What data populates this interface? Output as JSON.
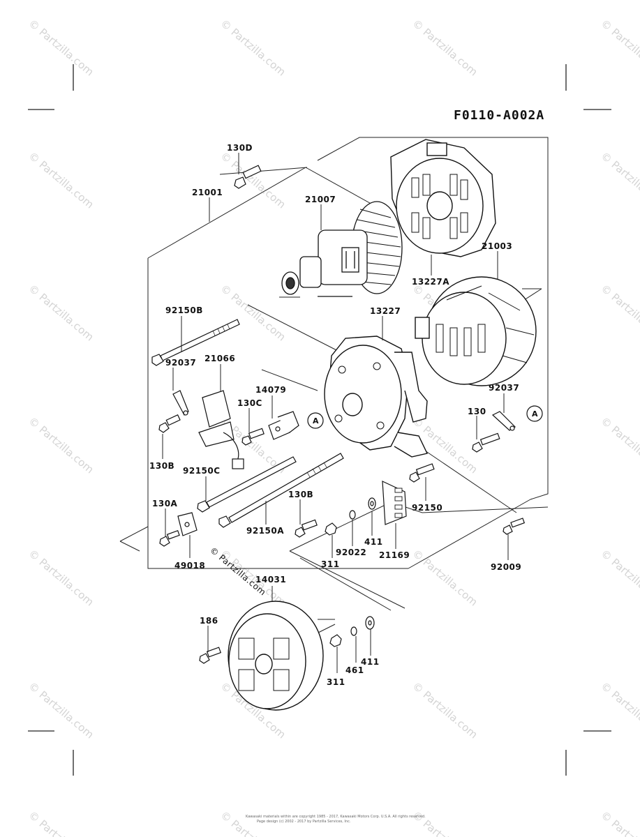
{
  "diagram_code": "F0110-A002A",
  "watermark": "© Partzilla.com",
  "center_watermark": "© Partzilla.com",
  "copyright_line1": "Kawasaki materials within are copyright 1985 - 2017, Kawasaki Motors Corp. U.S.A. All rights reserved.",
  "copyright_line2": "Page design (c) 2002 - 2017 by Partzilla Services, Inc.",
  "callout_ref": "A",
  "parts": {
    "p130D": "130D",
    "p21001": "21001",
    "p21007": "21007",
    "p21003": "21003",
    "p13227A": "13227A",
    "p13227": "13227",
    "p92150B": "92150B",
    "p92037_left": "92037",
    "p21066": "21066",
    "p14079": "14079",
    "p130C": "130C",
    "p92037_right": "92037",
    "p130": "130",
    "p130B_left": "130B",
    "p92150C": "92150C",
    "p130A": "130A",
    "p130B_mid": "130B",
    "p92150A": "92150A",
    "p92150": "92150",
    "p411_mid": "411",
    "p92022": "92022",
    "p311_mid": "311",
    "p21169": "21169",
    "p49018": "49018",
    "p92009": "92009",
    "p14031": "14031",
    "p186": "186",
    "p311_bot": "311",
    "p461": "461",
    "p411_bot": "411"
  }
}
